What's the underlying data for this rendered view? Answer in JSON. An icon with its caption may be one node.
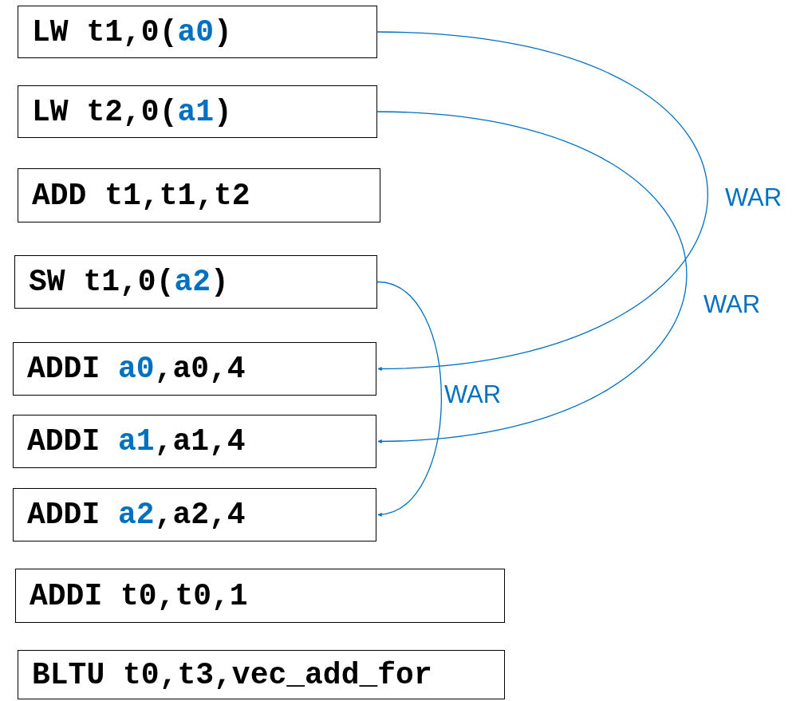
{
  "diagram": {
    "nodes": [
      {
        "text": [
          "LW t1,0(a0)"
        ]
      },
      {
        "text": [
          "LW t2,0(a1)"
        ]
      },
      {
        "text": [
          "ADD t1,t1,t2"
        ]
      },
      {
        "text": [
          "SW t1,0(a2)"
        ]
      },
      {
        "text": [
          "ADDI a0,a0,4"
        ]
      },
      {
        "text": [
          "ADDI a1,a1,4"
        ]
      },
      {
        "text": [
          "ADDI a2,a2,4"
        ]
      },
      {
        "text": [
          "ADDI t0,t0,1"
        ]
      },
      {
        "text": [
          "BLTU t0,t3,vec_add_for"
        ]
      }
    ],
    "edges": [
      {
        "from": 0,
        "to": 4,
        "arrow": "to",
        "label": "WAR"
      },
      {
        "from": 1,
        "to": 5,
        "arrow": "to",
        "label": "WAR"
      },
      {
        "from": 3,
        "to": 6,
        "arrow": "to",
        "label": "WAR"
      }
    ]
  }
}
